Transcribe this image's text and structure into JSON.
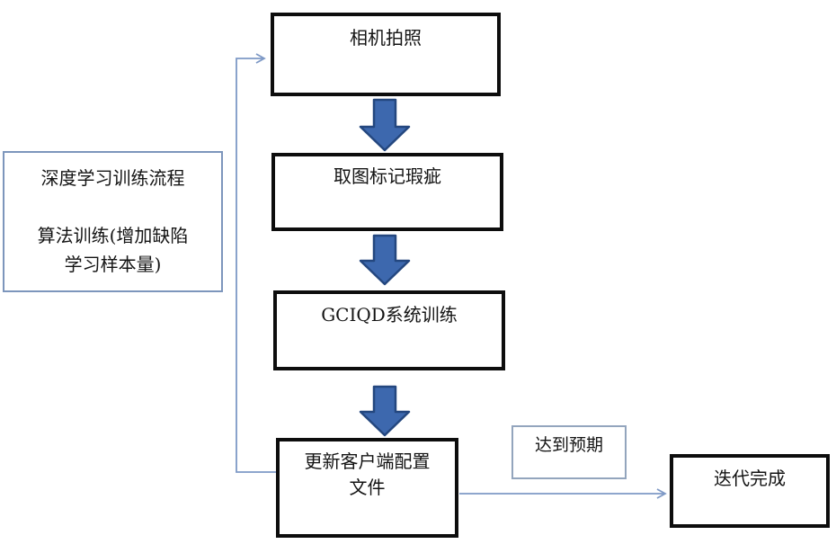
{
  "diagram": {
    "type": "flowchart",
    "nodes": {
      "camera": {
        "label": "相机拍照"
      },
      "mark": {
        "label": "取图标记瑕疵"
      },
      "train": {
        "label": "GCIQD系统训练"
      },
      "update": {
        "label": "更新客户端配置\n文件"
      },
      "info": {
        "label": "深度学习训练流程\n\n算法训练(增加缺陷\n学习样本量)"
      },
      "expected": {
        "label": "达到预期"
      },
      "done": {
        "label": "迭代完成"
      }
    },
    "edges": [
      {
        "from": "camera",
        "to": "mark",
        "style": "block-arrow-down"
      },
      {
        "from": "mark",
        "to": "train",
        "style": "block-arrow-down"
      },
      {
        "from": "train",
        "to": "update",
        "style": "block-arrow-down"
      },
      {
        "from": "update",
        "to": "done",
        "style": "thin-arrow-right",
        "label_node": "expected"
      },
      {
        "from": "update",
        "to": "camera",
        "style": "thin-feedback-loop"
      }
    ],
    "colors": {
      "arrow_fill": "#3d68ae",
      "arrow_border": "#24477f",
      "line": "#7e99c6",
      "box_border_dark": "#0d0d0d",
      "info_border": "#7d96bc",
      "expected_border": "#93a5bd",
      "background": "#ffffff",
      "text": "#141414"
    }
  }
}
